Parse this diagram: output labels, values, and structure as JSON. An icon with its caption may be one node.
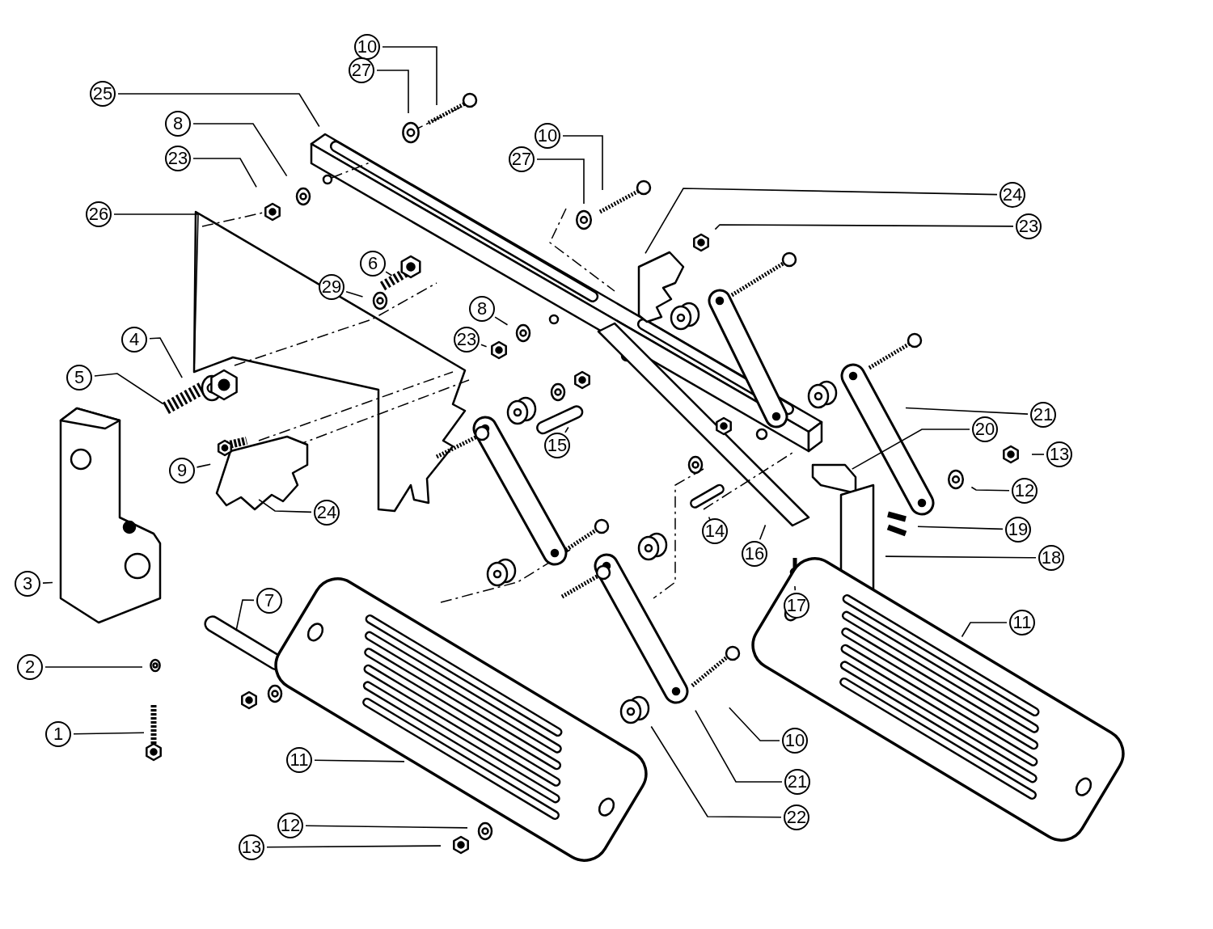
{
  "diagram": {
    "nodes": [
      {
        "text": [
          "10"
        ]
      },
      {
        "text": [
          "27"
        ]
      },
      {
        "text": [
          "25"
        ]
      },
      {
        "text": [
          "8"
        ]
      },
      {
        "text": [
          "23"
        ]
      },
      {
        "text": [
          "10"
        ]
      },
      {
        "text": [
          "27"
        ]
      },
      {
        "text": [
          "24"
        ]
      },
      {
        "text": [
          "26"
        ]
      },
      {
        "text": [
          "23"
        ]
      },
      {
        "text": [
          "6"
        ]
      },
      {
        "text": [
          "29"
        ]
      },
      {
        "text": [
          "8"
        ]
      },
      {
        "text": [
          "23"
        ]
      },
      {
        "text": [
          "4"
        ]
      },
      {
        "text": [
          "5"
        ]
      },
      {
        "text": [
          "21"
        ]
      },
      {
        "text": [
          "20"
        ]
      },
      {
        "text": [
          "15"
        ]
      },
      {
        "text": [
          "13"
        ]
      },
      {
        "text": [
          "12"
        ]
      },
      {
        "text": [
          "9"
        ]
      },
      {
        "text": [
          "24"
        ]
      },
      {
        "text": [
          "14"
        ]
      },
      {
        "text": [
          "19"
        ]
      },
      {
        "text": [
          "16"
        ]
      },
      {
        "text": [
          "3"
        ]
      },
      {
        "text": [
          "18"
        ]
      },
      {
        "text": [
          "7"
        ]
      },
      {
        "text": [
          "17"
        ]
      },
      {
        "text": [
          "11"
        ]
      },
      {
        "text": [
          "2"
        ]
      },
      {
        "text": [
          "1"
        ]
      },
      {
        "text": [
          "10"
        ]
      },
      {
        "text": [
          "11"
        ]
      },
      {
        "text": [
          "21"
        ]
      },
      {
        "text": [
          "12"
        ]
      },
      {
        "text": [
          "22"
        ]
      },
      {
        "text": [
          "13"
        ]
      }
    ],
    "edges": [
      {
        "from": 0,
        "to": null,
        "arrow": "none"
      },
      {
        "from": 1,
        "to": null,
        "arrow": "none"
      },
      {
        "from": 2,
        "to": null,
        "arrow": "none"
      },
      {
        "from": 3,
        "to": null,
        "arrow": "none"
      },
      {
        "from": 4,
        "to": null,
        "arrow": "none"
      },
      {
        "from": 5,
        "to": null,
        "arrow": "none"
      },
      {
        "from": 6,
        "to": null,
        "arrow": "none"
      },
      {
        "from": 7,
        "to": null,
        "arrow": "none"
      },
      {
        "from": 8,
        "to": null,
        "arrow": "none"
      },
      {
        "from": 9,
        "to": null,
        "arrow": "none"
      },
      {
        "from": 10,
        "to": null,
        "arrow": "none"
      },
      {
        "from": 11,
        "to": null,
        "arrow": "none"
      },
      {
        "from": 12,
        "to": null,
        "arrow": "none"
      },
      {
        "from": 13,
        "to": null,
        "arrow": "none"
      },
      {
        "from": 14,
        "to": null,
        "arrow": "none"
      },
      {
        "from": 15,
        "to": null,
        "arrow": "none"
      },
      {
        "from": 16,
        "to": null,
        "arrow": "none"
      },
      {
        "from": 17,
        "to": null,
        "arrow": "none"
      },
      {
        "from": 18,
        "to": null,
        "arrow": "none"
      },
      {
        "from": 19,
        "to": null,
        "arrow": "none"
      },
      {
        "from": 20,
        "to": null,
        "arrow": "none"
      },
      {
        "from": 21,
        "to": null,
        "arrow": "none"
      },
      {
        "from": 22,
        "to": null,
        "arrow": "none"
      },
      {
        "from": 23,
        "to": null,
        "arrow": "none"
      },
      {
        "from": 24,
        "to": null,
        "arrow": "none"
      },
      {
        "from": 25,
        "to": null,
        "arrow": "none"
      },
      {
        "from": 26,
        "to": null,
        "arrow": "none"
      },
      {
        "from": 27,
        "to": null,
        "arrow": "none"
      },
      {
        "from": 28,
        "to": null,
        "arrow": "none"
      },
      {
        "from": 29,
        "to": null,
        "arrow": "none"
      },
      {
        "from": 30,
        "to": null,
        "arrow": "none"
      },
      {
        "from": 31,
        "to": null,
        "arrow": "none"
      },
      {
        "from": 32,
        "to": null,
        "arrow": "none"
      },
      {
        "from": 33,
        "to": null,
        "arrow": "none"
      },
      {
        "from": 34,
        "to": null,
        "arrow": "none"
      },
      {
        "from": 35,
        "to": null,
        "arrow": "none"
      },
      {
        "from": 36,
        "to": null,
        "arrow": "none"
      },
      {
        "from": 37,
        "to": null,
        "arrow": "none"
      },
      {
        "from": 38,
        "to": null,
        "arrow": "none"
      }
    ]
  }
}
